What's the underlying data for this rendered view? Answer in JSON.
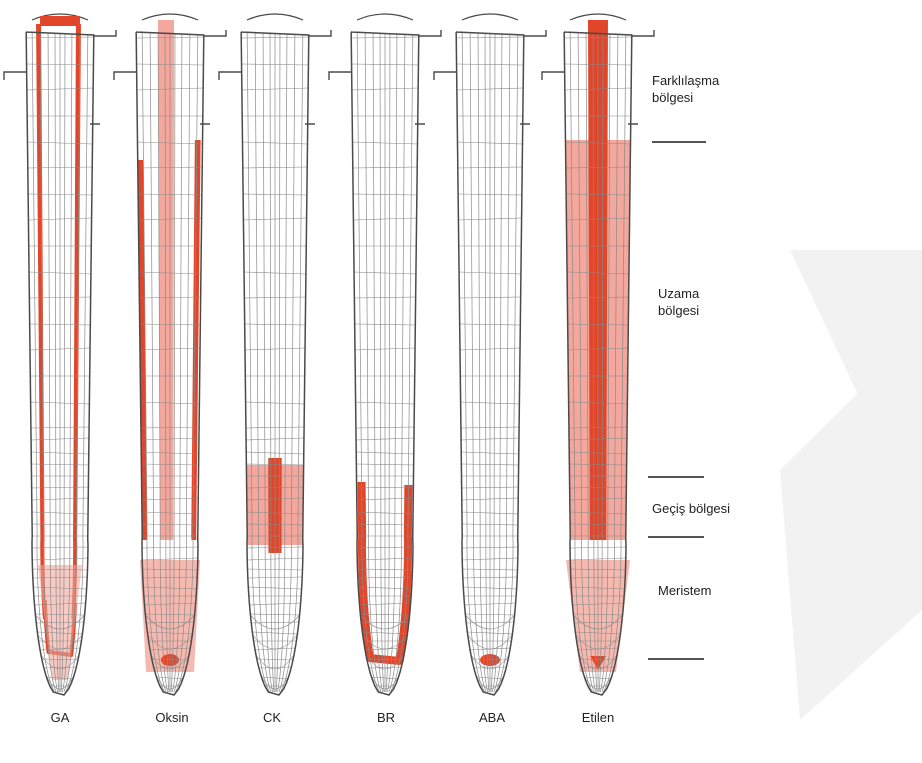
{
  "colors": {
    "strong": "#e2462a",
    "light": "#f4a79c",
    "outline": "#4a4a4a",
    "cell": "#8a8a8a",
    "watermark": "#f2f2f2"
  },
  "zones": [
    {
      "id": "differentiation",
      "label": "Farklılaşma\nbölgesi"
    },
    {
      "id": "elongation",
      "label": "Uzama\nbölgesi"
    },
    {
      "id": "transition",
      "label": "Geçiş bölgesi"
    },
    {
      "id": "meristem",
      "label": "Meristem"
    }
  ],
  "roots": [
    {
      "label": "GA",
      "pattern": "ga"
    },
    {
      "label": "Oksin",
      "pattern": "auxin"
    },
    {
      "label": "CK",
      "pattern": "ck"
    },
    {
      "label": "BR",
      "pattern": "br"
    },
    {
      "label": "ABA",
      "pattern": "aba"
    },
    {
      "label": "Etilen",
      "pattern": "ethylene"
    }
  ]
}
